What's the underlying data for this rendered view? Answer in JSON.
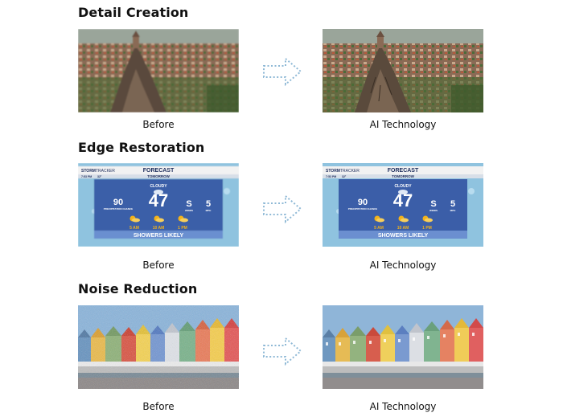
{
  "sections": [
    {
      "title": "Detail Creation",
      "before_label": "Before",
      "after_label": "AI Technology"
    },
    {
      "title": "Edge Restoration",
      "before_label": "Before",
      "after_label": "AI Technology"
    },
    {
      "title": "Noise Reduction",
      "before_label": "Before",
      "after_label": "AI Technology"
    }
  ],
  "weather": {
    "brand_a": "STORM",
    "brand_b": "TRACKER",
    "time_before": "7:53 PM",
    "time_after": "7:53 PM",
    "temp_small": "32°",
    "header": "FORECAST",
    "subheader": "TOMORROW",
    "condition": "CLOUDY",
    "temp": "47",
    "precip_value": "90",
    "precip_label": "PRECIPITATION CHANCE",
    "wind_dir": "S",
    "wind_label": "WINDS",
    "wind_speed": "5",
    "wind_unit": "MPH",
    "times": [
      "5 AM",
      "10 AM",
      "1 PM"
    ],
    "footer": "SHOWERS LIKELY"
  },
  "colors": {
    "arrow": "#8fb9d6",
    "weather_blue": "#3b5ea8",
    "weather_bg": "#8fc3df",
    "sun": "#f2b21b"
  },
  "icons": [
    "arrow-right-icon",
    "cloud-icon",
    "sun-cloud-icon"
  ]
}
